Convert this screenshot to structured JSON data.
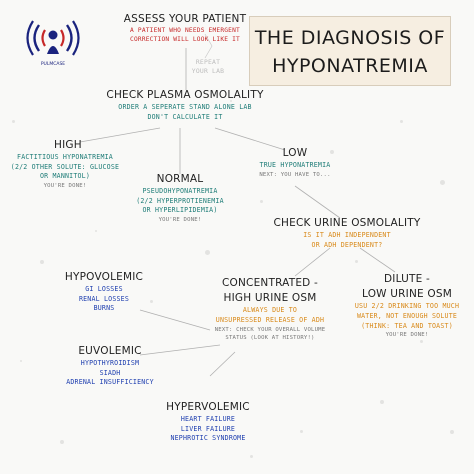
{
  "title": {
    "line1": "THE DIAGNOSIS OF",
    "line2": "HYPONATREMIA"
  },
  "logo": {
    "text": "PULMCASE",
    "icon": "broadcast-person-icon",
    "color": "#1a237e",
    "accent": "#c62828"
  },
  "colors": {
    "red": "#c62828",
    "teal": "#1f7d78",
    "blue": "#2040b0",
    "orange": "#d98a1a",
    "gray": "#777777",
    "title_bg": "#f6eee1"
  },
  "assess": {
    "heading": "ASSESS YOUR PATIENT",
    "sub1": "A PATIENT WHO NEEDS EMERGENT",
    "sub2": "CORRECTION WILL LOOK LIKE IT"
  },
  "repeat": {
    "line1": "REPEAT",
    "line2": "YOUR LAB"
  },
  "plasma": {
    "heading": "CHECK PLASMA OSMOLALITY",
    "sub1": "ORDER A SEPERATE STAND ALONE LAB",
    "sub2": "DON'T CALCULATE IT"
  },
  "high": {
    "heading": "HIGH",
    "l1": "FACTITIOUS HYPONATREMIA",
    "l2": "(2/2 OTHER SOLUTE: GLUCOSE",
    "l3": "OR MANNITOL)",
    "done": "YOU'RE DONE!"
  },
  "normal": {
    "heading": "NORMAL",
    "l1": "PSEUDOHYPONATREMIA",
    "l2": "(2/2 HYPERPROTIENEMIA",
    "l3": "OR HYPERLIPIDEMIA)",
    "done": "YOU'RE DONE!"
  },
  "low": {
    "heading": "LOW",
    "l1": "TRUE HYPONATREMIA",
    "next": "NEXT: YOU HAVE TO..."
  },
  "urine": {
    "heading": "CHECK URINE OSMOLALITY",
    "sub1": "IS IT ADH INDEPENDENT",
    "sub2": "OR ADH DEPENDENT?"
  },
  "concentrated": {
    "h1": "CONCENTRATED -",
    "h2": "HIGH URINE OSM",
    "o1": "ALWAYS DUE TO",
    "o2": "UNSUPRESSED RELEASE OF ADH",
    "n1": "NEXT: CHECK YOUR OVERALL VOLUME",
    "n2": "STATUS (LOOK AT HISTORY!)"
  },
  "dilute": {
    "h1": "DILUTE -",
    "h2": "LOW URINE OSM",
    "o1": "USU 2/2 DRINKING TOO MUCH",
    "o2": "WATER, NOT ENOUGH SOLUTE",
    "o3": "(THINK: TEA AND TOAST)",
    "done": "YOU'RE DONE!"
  },
  "hypovolemic": {
    "heading": "HYPOVOLEMIC",
    "items": [
      "GI LOSSES",
      "RENAL LOSSES",
      "BURNS"
    ]
  },
  "euvolemic": {
    "heading": "EUVOLEMIC",
    "items": [
      "HYPOTHYROIDISM",
      "SIADH",
      "ADRENAL INSUFFICIENCY"
    ]
  },
  "hypervolemic": {
    "heading": "HYPERVOLEMIC",
    "items": [
      "HEART FAILURE",
      "LIVER FAILURE",
      "NEPHROTIC SYNDROME"
    ]
  }
}
